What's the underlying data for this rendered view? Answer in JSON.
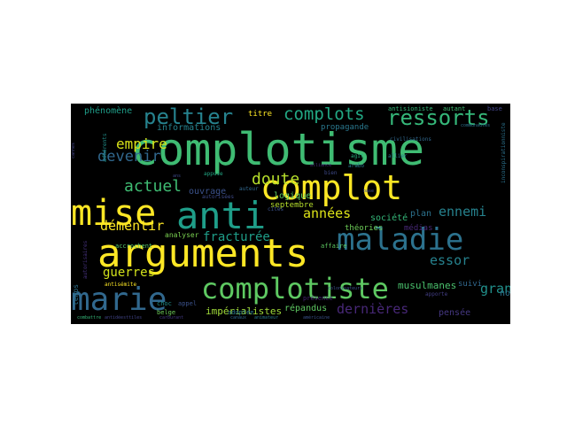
{
  "words": [
    {
      "text": "complotisme",
      "color": "#3fbc73"
    },
    {
      "text": "complot",
      "color": "#fde725"
    },
    {
      "text": "arguments",
      "color": "#fde725"
    },
    {
      "text": "complotiste",
      "color": "#5ec962"
    },
    {
      "text": "anti",
      "color": "#1f9e89"
    },
    {
      "text": "mise",
      "color": "#fde725"
    },
    {
      "text": "maladie",
      "color": "#2c728e"
    },
    {
      "text": "marie",
      "color": "#31688e"
    },
    {
      "text": "peltier",
      "color": "#26828e"
    },
    {
      "text": "ressorts",
      "color": "#35b779"
    },
    {
      "text": "complots",
      "color": "#22a884"
    },
    {
      "text": "actuel",
      "color": "#3fbc73"
    },
    {
      "text": "doute",
      "color": "#b5de2b"
    },
    {
      "text": "empire",
      "color": "#d8e219"
    },
    {
      "text": "devenir",
      "color": "#31688e"
    },
    {
      "text": "années",
      "color": "#dde318"
    },
    {
      "text": "ennemi",
      "color": "#26828e"
    },
    {
      "text": "démentir",
      "color": "#fde725"
    },
    {
      "text": "fracturée",
      "color": "#1f9e89"
    },
    {
      "text": "essor",
      "color": "#26828e"
    },
    {
      "text": "guerres",
      "color": "#d2e21b"
    },
    {
      "text": "dernières",
      "color": "#482878"
    },
    {
      "text": "grand",
      "color": "#21918c"
    },
    {
      "text": "impérialistes",
      "color": "#a0da39"
    },
    {
      "text": "musulmanes",
      "color": "#4ac16d"
    },
    {
      "text": "phénomène",
      "color": "#1f9e89"
    },
    {
      "text": "informations",
      "color": "#26828e"
    },
    {
      "text": "propagande",
      "color": "#2a788e"
    },
    {
      "text": "titre",
      "color": "#fde725"
    },
    {
      "text": "ouvrage",
      "color": "#3b528b"
    },
    {
      "text": "logique",
      "color": "#5ec962"
    },
    {
      "text": "septembre",
      "color": "#b5de2b"
    },
    {
      "text": "société",
      "color": "#35b779"
    },
    {
      "text": "plan",
      "color": "#2c728e"
    },
    {
      "text": "répandus",
      "color": "#5ec962"
    },
    {
      "text": "pensée",
      "color": "#453781"
    },
    {
      "text": "nom",
      "color": "#2c728e"
    },
    {
      "text": "suivi",
      "color": "#31688e"
    },
    {
      "text": "théories",
      "color": "#6ece58"
    },
    {
      "text": "médias",
      "color": "#482878"
    },
    {
      "text": "analyser",
      "color": "#7ad151"
    },
    {
      "text": "accrochent",
      "color": "#52c569"
    },
    {
      "text": "affaire",
      "color": "#5ec962"
    },
    {
      "text": "antisioniste",
      "color": "#35b779"
    },
    {
      "text": "autant",
      "color": "#3fbc73"
    },
    {
      "text": "base",
      "color": "#414487"
    },
    {
      "text": "civilisations",
      "color": "#31688e"
    },
    {
      "text": "adoptée",
      "color": "#2a788e"
    },
    {
      "text": "appel",
      "color": "#3b528b"
    },
    {
      "text": "antisémite",
      "color": "#fde725"
    },
    {
      "text": "belge",
      "color": "#6ece58"
    },
    {
      "text": "choc",
      "color": "#21918c"
    },
    {
      "text": "combattre",
      "color": "#35b779"
    },
    {
      "text": "antidéesttiles",
      "color": "#414487"
    },
    {
      "text": "carburant",
      "color": "#443983"
    },
    {
      "text": "canaux",
      "color": "#31688e"
    },
    {
      "text": "animateur",
      "color": "#2a788e"
    },
    {
      "text": "américaine",
      "color": "#3b528b"
    },
    {
      "text": "apporte",
      "color": "#433e85"
    },
    {
      "text": "temps",
      "color": "#2c728e"
    },
    {
      "text": "autorisaires",
      "color": "#46327e"
    },
    {
      "text": "autorisées",
      "color": "#3e4a89"
    },
    {
      "text": "appuie",
      "color": "#22a884"
    },
    {
      "text": "allier",
      "color": "#2a788e"
    },
    {
      "text": "arabo",
      "color": "#2a788e"
    },
    {
      "text": "agit",
      "color": "#29af7f"
    },
    {
      "text": "bien",
      "color": "#3e4a89"
    },
    {
      "text": "présence",
      "color": "#482475"
    },
    {
      "text": "cités",
      "color": "#3b528b"
    },
    {
      "text": "auteur",
      "color": "#31688e"
    },
    {
      "text": "colonisateurs",
      "color": "#3b528b"
    },
    {
      "text": "communautés",
      "color": "#2c728e"
    },
    {
      "text": "adhérents",
      "color": "#21918c"
    },
    {
      "text": "ans",
      "color": "#3e4a89"
    },
    {
      "text": "cannes",
      "color": "#414487"
    },
    {
      "text": "inconspirationniste",
      "color": "#2c728e"
    },
    {
      "text": "alliance",
      "color": "#472c7a"
    },
    {
      "text": "base",
      "color": "#3e4a89"
    }
  ]
}
